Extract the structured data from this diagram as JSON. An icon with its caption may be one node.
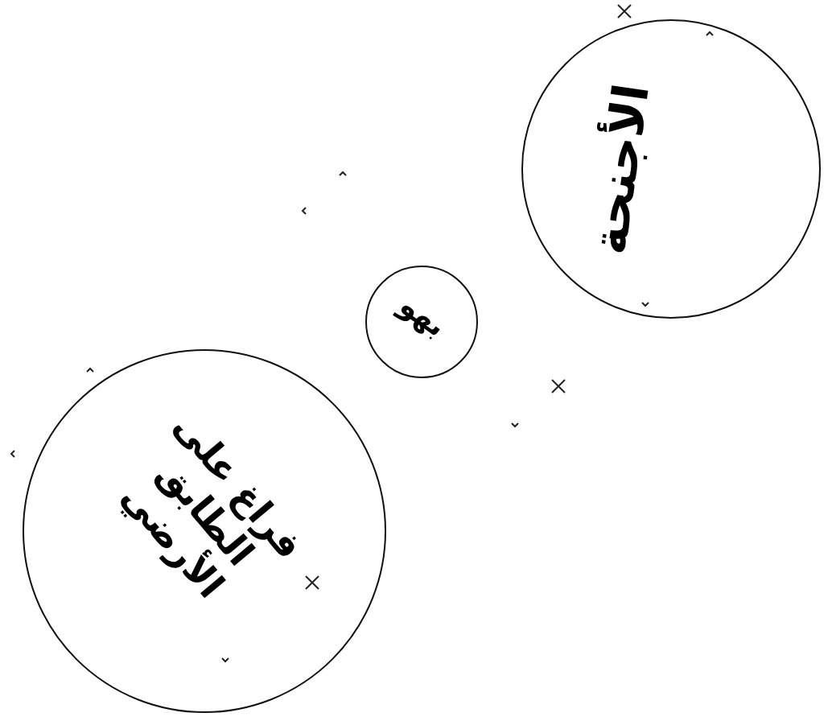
{
  "diagram": {
    "nodes": [
      {
        "text": [
          "الأجنحة"
        ]
      },
      {
        "text": [
          "بهو"
        ]
      },
      {
        "text": [
          "فراغ على الطابق الأرضي"
        ]
      }
    ]
  }
}
